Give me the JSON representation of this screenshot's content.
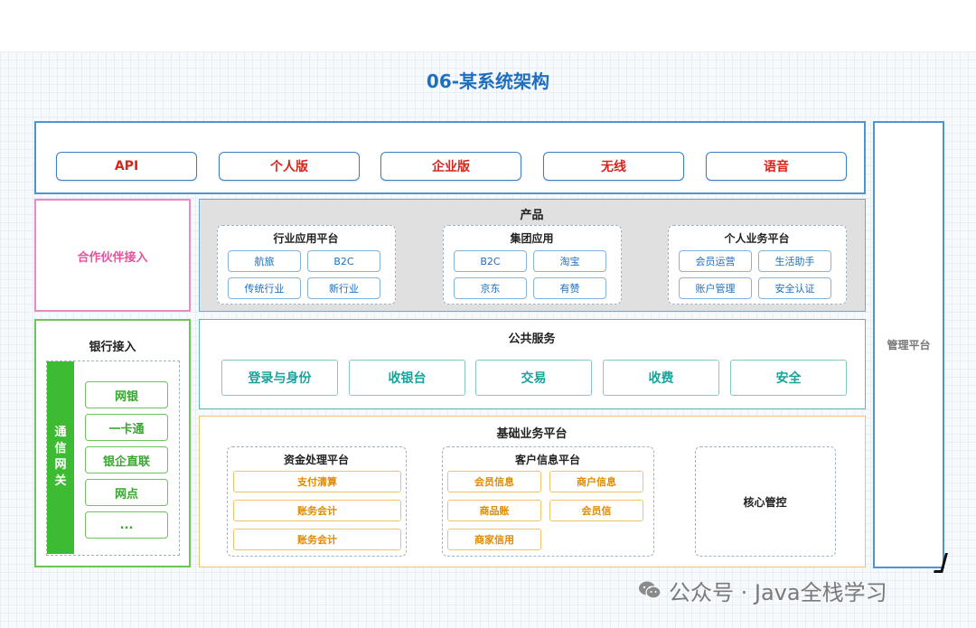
{
  "title": "06-某系统架构",
  "top_channels": [
    "API",
    "个人版",
    "企业版",
    "无线",
    "语音"
  ],
  "partner": {
    "label": "合作伙伴接入"
  },
  "product": {
    "title": "产品",
    "groups": [
      {
        "title": "行业应用平台",
        "items": [
          "航旅",
          "B2C",
          "传统行业",
          "新行业"
        ]
      },
      {
        "title": "集团应用",
        "items": [
          "B2C",
          "淘宝",
          "京东",
          "有赞"
        ]
      },
      {
        "title": "个人业务平台",
        "items": [
          "会员运营",
          "生活助手",
          "账户管理",
          "安全认证"
        ]
      }
    ]
  },
  "bank": {
    "title": "银行接入",
    "gateway": "通信网关",
    "items": [
      "网银",
      "一卡通",
      "银企直联",
      "网点",
      "..."
    ]
  },
  "public_service": {
    "title": "公共服务",
    "items": [
      "登录与身份",
      "收银台",
      "交易",
      "收费",
      "安全"
    ]
  },
  "base": {
    "title": "基础业务平台",
    "funds": {
      "title": "资金处理平台",
      "items": [
        "支付清算",
        "账务会计",
        "账务会计"
      ]
    },
    "customer": {
      "title": "客户信息平台",
      "items": [
        "会员信息",
        "商户信息",
        "商品账",
        "会员信",
        "商家信用"
      ]
    },
    "core": "核心管控"
  },
  "management": {
    "label": "管理平台"
  },
  "watermark": "公众号 · Java全栈学习",
  "colors": {
    "title": "#1f6fc0",
    "red": "#d6261c",
    "pink": "#e8529a",
    "green": "#3aa632",
    "teal": "#1aa39a",
    "orange": "#e08a00"
  }
}
